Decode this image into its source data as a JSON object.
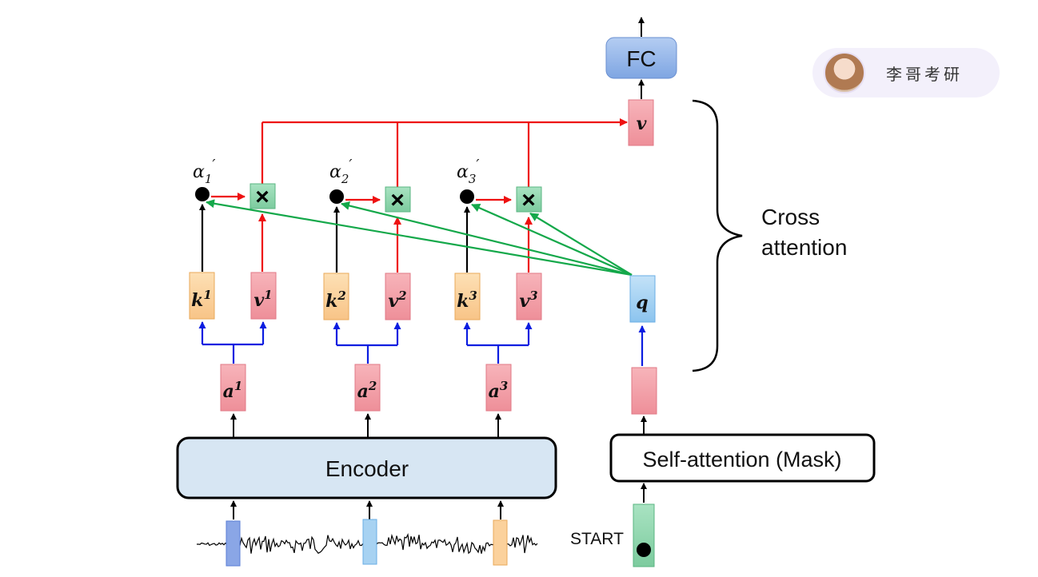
{
  "fc_label": "FC",
  "output_v": "v",
  "cross_attention": {
    "line1": "Cross",
    "line2": "attention"
  },
  "alphas": [
    {
      "base": "α",
      "sub": "1"
    },
    {
      "base": "α",
      "sub": "2"
    },
    {
      "base": "α",
      "sub": "3"
    }
  ],
  "multiply_symbol": "×",
  "keys": [
    {
      "base": "k",
      "sup": "1"
    },
    {
      "base": "k",
      "sup": "2"
    },
    {
      "base": "k",
      "sup": "3"
    }
  ],
  "values": [
    {
      "base": "v",
      "sup": "1"
    },
    {
      "base": "v",
      "sup": "2"
    },
    {
      "base": "v",
      "sup": "3"
    }
  ],
  "inputs": [
    {
      "base": "a",
      "sup": "1"
    },
    {
      "base": "a",
      "sup": "2"
    },
    {
      "base": "a",
      "sup": "3"
    }
  ],
  "query": "q",
  "encoder_label": "Encoder",
  "self_attention_label": "Self-attention (Mask)",
  "start_label": "START",
  "watermark": "李哥考研",
  "colors": {
    "red_arrow": "#ee1111",
    "blue_arrow": "#0b1de0",
    "green_arrow": "#14a84a",
    "pink_box": "#f4a1a9",
    "orange_box": "#fbd19c",
    "blue_box": "#a7d2f2",
    "green_box": "#8fd6ad",
    "fc_box": "#8fb3e8"
  }
}
